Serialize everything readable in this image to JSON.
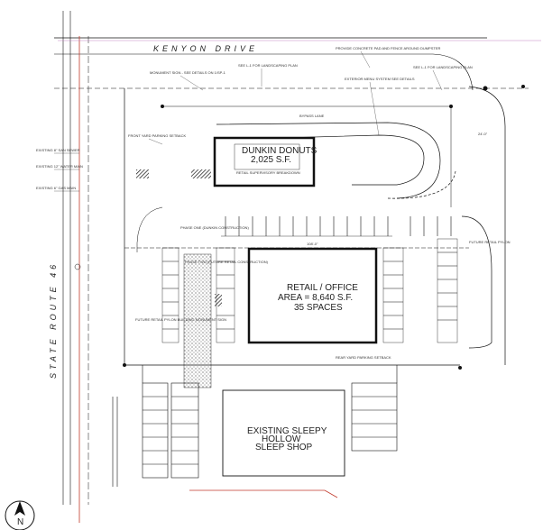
{
  "roads": {
    "north": "KENYON DRIVE",
    "west": "STATE ROUTE 46"
  },
  "buildings": {
    "dunkin": {
      "name": "DUNKIN DONUTS",
      "area": "2,025 S.F."
    },
    "retail": {
      "line1": "RETAIL / OFFICE",
      "line2": "AREA = 8,640 S.F.",
      "line3": "35 SPACES"
    },
    "existing": {
      "line1": "EXISTING SLEEPY",
      "line2": "HOLLOW",
      "line3": "SLEEP SHOP"
    }
  },
  "dimensions": {
    "retail_width": "108'-0\"",
    "east_offset": "24'-0\""
  },
  "callouts": {
    "bypass_lane": "BYPASS LANE",
    "retail_sublabel": "RETAIL SUPERVISORY BREAKDOWN",
    "monument_sign_1": "MONUMENT SIGN - SEE DETAILS ON 1/SP-1",
    "monument_sign_2": "FUTURE RETAIL PYLON BUILDING MONUMENT SIGN",
    "landscaping_1": "SEE L-1 FOR LANDSCAPING PLAN",
    "landscaping_2": "SEE L-1 FOR LANDSCAPING PLAN",
    "dumpster": "PROVIDE CONCRETE PAD AND FENCE AROUND DUMPSTER",
    "menu_board": "EXTERIOR MENU SYSTEM SEE DETAILS",
    "phase_one": "PHASE ONE (DUNKIN CONSTRUCTION)",
    "phase_two": "PHASE TWO (FUTURE RETAIL CONSTRUCTION)",
    "sewer": "EXISTING 8\" SAN SEWER",
    "water": "EXISTING 12\" WATER MAIN",
    "gas": "EXISTING 6\" GAS MAIN",
    "parking_setback_front": "FRONT YARD PARKING SETBACK",
    "parking_setback_rear": "REAR YARD PARKING SETBACK",
    "pylon": "FUTURE RETAIL PYLON"
  },
  "north_arrow": {
    "letter": "N"
  },
  "colors": {
    "line": "#111111",
    "property_line": "#c0392b",
    "hatch": "#444444"
  }
}
